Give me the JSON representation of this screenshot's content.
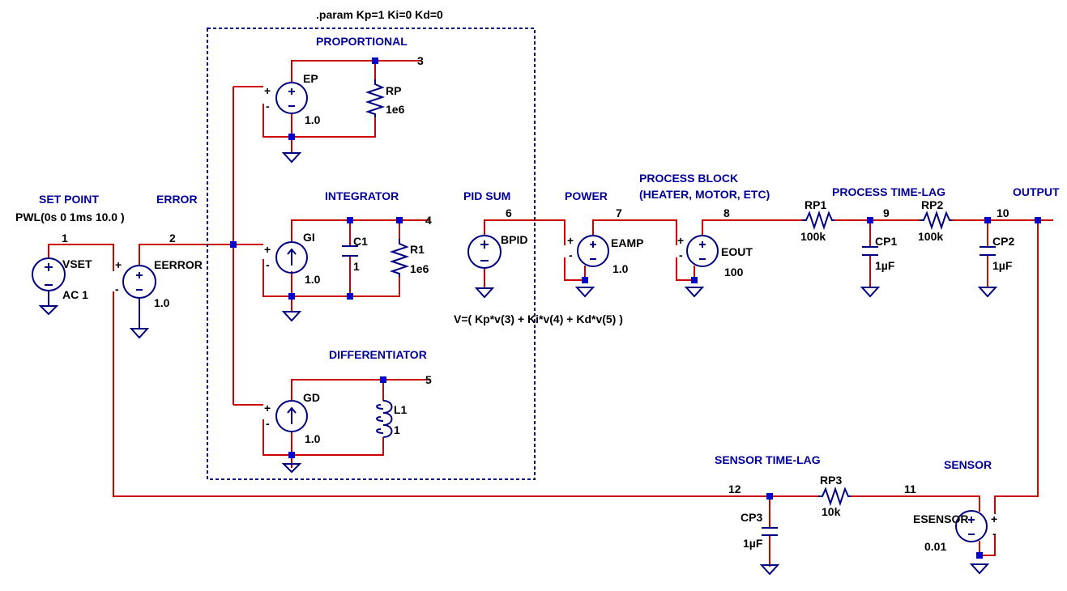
{
  "param_directive": ".param Kp=1  Ki=0   Kd=0",
  "sections": {
    "proportional": "PROPORTIONAL",
    "integrator": "INTEGRATOR",
    "differentiator": "DIFFERENTIATOR",
    "set_point": "SET POINT",
    "error": "ERROR",
    "pid_sum": "PID SUM",
    "power": "POWER",
    "process_block_1": "PROCESS BLOCK",
    "process_block_2": "(HEATER, MOTOR, ETC)",
    "process_time_lag": "PROCESS TIME-LAG",
    "output": "OUTPUT",
    "sensor_time_lag": "SENSOR TIME-LAG",
    "sensor": "SENSOR"
  },
  "components": {
    "vset": {
      "name": "VSET",
      "value": "AC 1",
      "source": "PWL(0s 0  1ms 10.0 )"
    },
    "eerror": {
      "name": "EERROR",
      "value": "1.0"
    },
    "ep": {
      "name": "EP",
      "value": "1.0"
    },
    "rp": {
      "name": "RP",
      "value": "1e6"
    },
    "gi": {
      "name": "GI",
      "value": "1.0"
    },
    "c1": {
      "name": "C1",
      "value": "1"
    },
    "r1": {
      "name": "R1",
      "value": "1e6"
    },
    "gd": {
      "name": "GD",
      "value": "1.0"
    },
    "l1": {
      "name": "L1",
      "value": "1"
    },
    "bpid": {
      "name": "BPID",
      "expr": "V=(  Kp*v(3) + Ki*v(4)  + Kd*v(5)  )"
    },
    "eamp": {
      "name": "EAMP",
      "value": "1.0"
    },
    "eout": {
      "name": "EOUT",
      "value": "100"
    },
    "rp1": {
      "name": "RP1",
      "value": "100k"
    },
    "cp1": {
      "name": "CP1",
      "value": "1µF"
    },
    "rp2": {
      "name": "RP2",
      "value": "100k"
    },
    "cp2": {
      "name": "CP2",
      "value": "1µF"
    },
    "rp3": {
      "name": "RP3",
      "value": "10k"
    },
    "cp3": {
      "name": "CP3",
      "value": "1µF"
    },
    "esensor": {
      "name": "ESENSOR",
      "value": "0.01"
    }
  },
  "nodes": {
    "n1": "1",
    "n2": "2",
    "n3": "3",
    "n4": "4",
    "n5": "5",
    "n6": "6",
    "n7": "7",
    "n8": "8",
    "n9": "9",
    "n10": "10",
    "n11": "11",
    "n12": "12"
  },
  "polarity": {
    "plus": "+",
    "minus": "-"
  }
}
